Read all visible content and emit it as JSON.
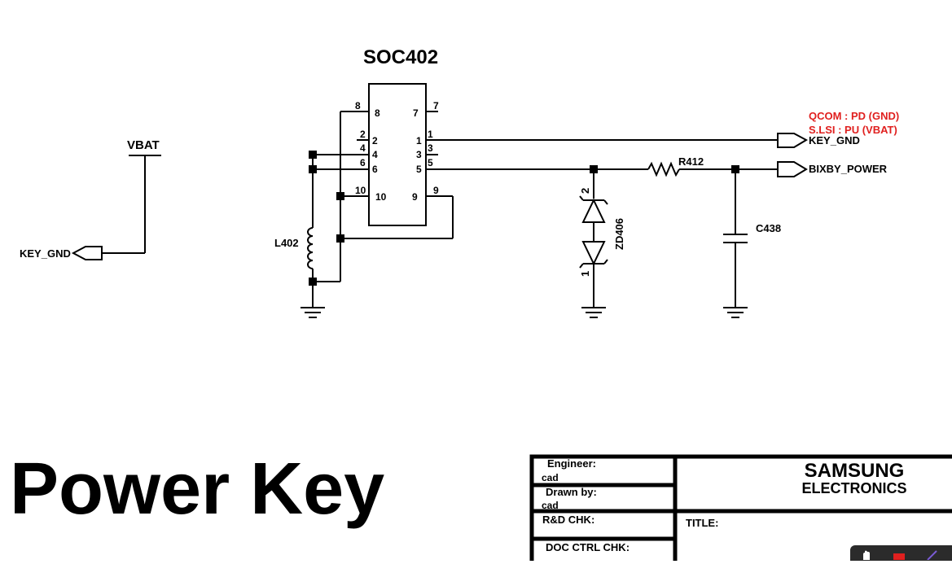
{
  "component": {
    "ref": "SOC402",
    "pins": {
      "p1": "1",
      "p2": "2",
      "p3": "3",
      "p4": "4",
      "p5": "5",
      "p6": "6",
      "p7": "7",
      "p8": "8",
      "p9": "9",
      "p10": "10"
    }
  },
  "nets": {
    "vbat": "VBAT",
    "key_gnd_in": "KEY_GND",
    "key_gnd_out": "KEY_GND",
    "bixby_power": "BIXBY_POWER"
  },
  "parts": {
    "inductor": "L402",
    "resistor": "R412",
    "capacitor": "C438",
    "diode": "ZD406",
    "diode_pin_top": "2",
    "diode_pin_bottom": "1"
  },
  "notes": {
    "qcom": "QCOM : PD (GND)",
    "slsi": "S.LSI : PU (VBAT)",
    "color": "#e0201f"
  },
  "page": {
    "title": "Power Key"
  },
  "title_block": {
    "engineer_label": "Engineer:",
    "engineer_value": "cad",
    "drawn_by_label": "Drawn by:",
    "drawn_by_value": "cad",
    "rd_chk_label": "R&D CHK:",
    "doc_ctrl_label": "DOC CTRL CHK:",
    "title_label": "TITLE:",
    "company_line1": "SAMSUNG",
    "company_line2": "ELECTRONICS"
  },
  "toolbar": {
    "icons": [
      "hand-icon",
      "red-square-icon",
      "pen-icon"
    ]
  }
}
